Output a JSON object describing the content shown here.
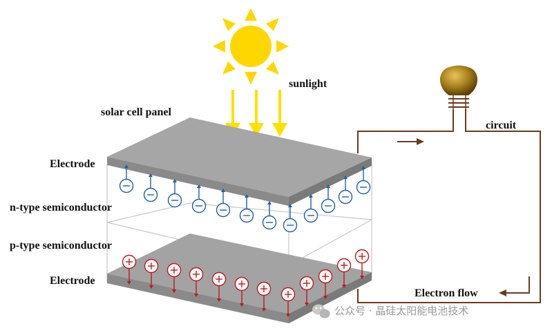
{
  "labels": {
    "sunlight": "sunlight",
    "panel": "solar cell panel",
    "electrode_top": "Electrode",
    "n_type": "n-type semiconductor",
    "p_type": "p-type semiconductor",
    "electrode_bottom": "Electrode",
    "circuit": "circuit",
    "electron_flow": "Electron flow"
  },
  "watermark": "公众号 · 晶硅太阳能电池技术",
  "icons": [
    "sun-icon",
    "light-bulb-icon",
    "wechat-icon"
  ],
  "colors": {
    "sun": "#FFD700",
    "sun_rays": "#FFE000",
    "electron": "#1F5FA8",
    "hole": "#C0161D",
    "circuit_wire": "#6B3A1B",
    "electrode": "#9E9E9E",
    "electrode_edge": "#7A7A7A"
  }
}
